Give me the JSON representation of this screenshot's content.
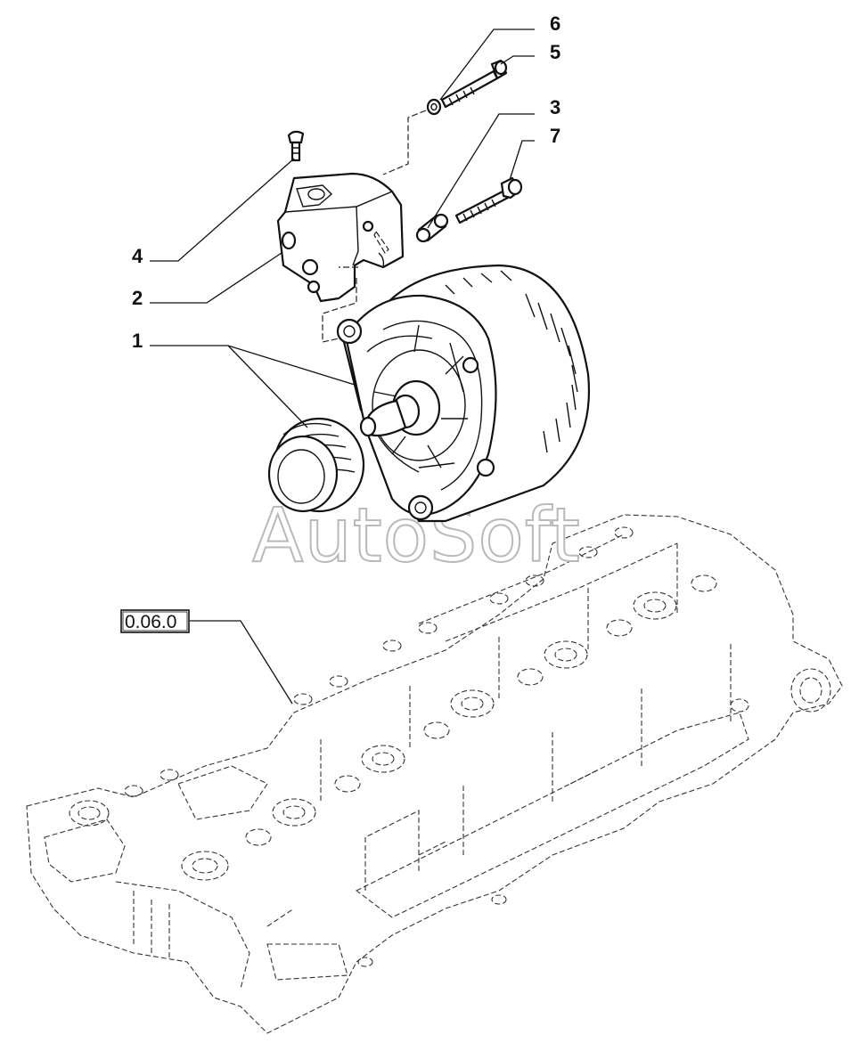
{
  "callouts": {
    "c6": "6",
    "c5": "5",
    "c3": "3",
    "c7": "7",
    "c4": "4",
    "c2": "2",
    "c1": "1"
  },
  "reference_box": "0.06.0",
  "watermark": "AutoSoft",
  "line_color": "#111111",
  "watermark_color": "#b9b9b9"
}
